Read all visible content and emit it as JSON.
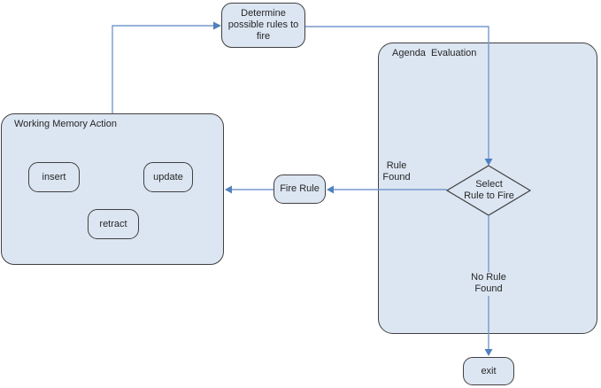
{
  "palette": {
    "node_fill": "#dce6f2",
    "node_border": "#404040",
    "connector_line": "#7699cf",
    "arrowhead": "#4f81bd",
    "text": "#262626",
    "background": "#ffffff"
  },
  "nodes": {
    "determine": {
      "label": "Determine\npossible rules to\nfire"
    },
    "agenda": {
      "label": "Agenda  Evaluation"
    },
    "working_memory": {
      "label": "Working Memory Action"
    },
    "insert": {
      "label": "insert"
    },
    "update": {
      "label": "update"
    },
    "retract": {
      "label": "retract"
    },
    "fire_rule": {
      "label": "Fire Rule"
    },
    "select_rule": {
      "label": "Select\nRule to Fire"
    },
    "exit": {
      "label": "exit"
    }
  },
  "edge_labels": {
    "rule_found": "Rule\nFound",
    "no_rule_found": "No Rule\nFound"
  }
}
